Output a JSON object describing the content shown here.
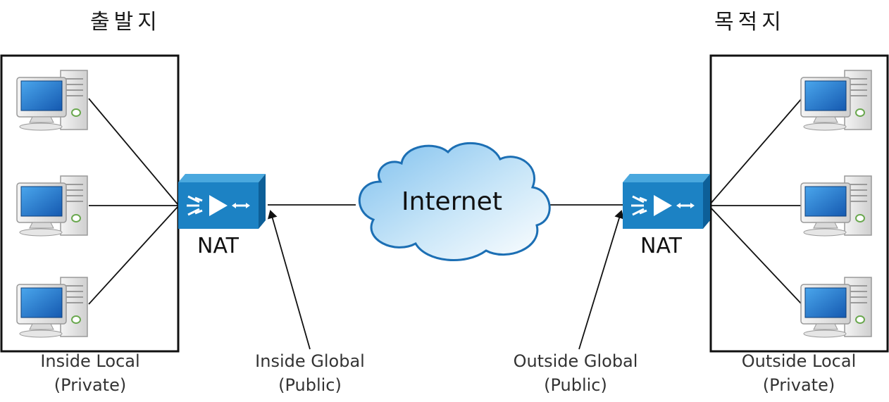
{
  "source": {
    "title": "출발지",
    "caption_line1": "Inside Local",
    "caption_line2": "(Private)"
  },
  "destination": {
    "title": "목적지",
    "caption_line1": "Outside Local",
    "caption_line2": "(Private)"
  },
  "left_router": {
    "label": "NAT"
  },
  "right_router": {
    "label": "NAT"
  },
  "cloud": {
    "label": "Internet"
  },
  "inside_global": {
    "line1": "Inside Global",
    "line2": "(Public)"
  },
  "outside_global": {
    "line1": "Outside Global",
    "line2": "(Public)"
  },
  "colors": {
    "router_front": "#1c82c4",
    "router_top": "#4aa8de",
    "router_side": "#0d5f98",
    "cloud_fill_start": "#8cc9f0",
    "cloud_fill_end": "#ffffff",
    "monitor_screen": "#1e6fc4",
    "line": "#111111"
  }
}
